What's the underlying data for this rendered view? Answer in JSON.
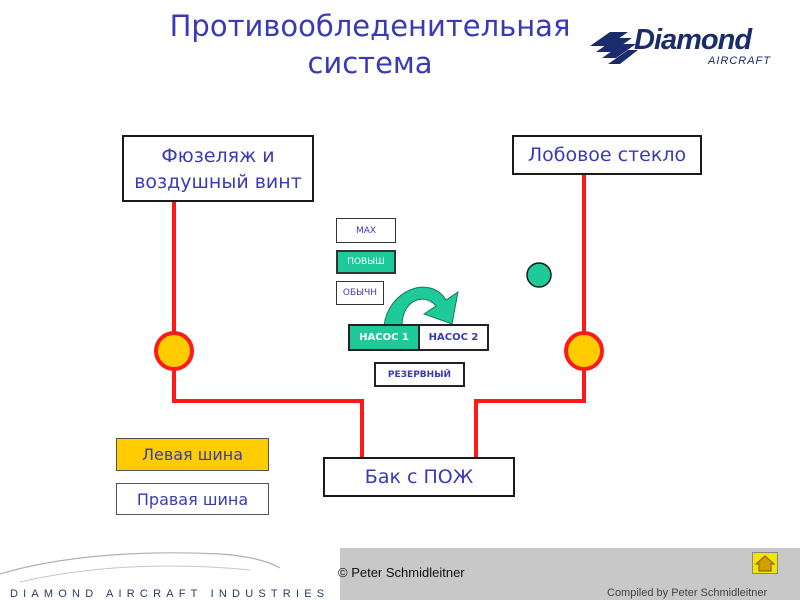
{
  "title": {
    "line1": "Противообледенительная",
    "line2": "система"
  },
  "logo": {
    "word": "Diamond",
    "sub": "AIRCRAFT"
  },
  "boxes": {
    "fuselage": {
      "line1": "Фюзеляж и",
      "line2": "воздушный винт"
    },
    "windshield": "Лобовое стекло",
    "tank": "Бак с ПОЖ",
    "left_bus": "Левая шина",
    "right_bus": "Правая шина"
  },
  "modes": {
    "max": "MAX",
    "high": "ПОВЫШ",
    "normal": "ОБЫЧН"
  },
  "pumps": {
    "pump1": "НАСОС 1",
    "pump2": "НАСОС 2",
    "backup": "РЕЗЕРВНЫЙ"
  },
  "footer": {
    "brand": "DIAMOND AIRCRAFT INDUSTRIES",
    "copyright": "© Peter Schmidleitner",
    "compiled": "Compiled by Peter Schmidleitner"
  },
  "colors": {
    "pipe": "#ff1a1a",
    "valve": "#ffcc00",
    "active_mode": "#1ec99a",
    "title": "#3a3ab8",
    "left_bus_active": "#ffcc00"
  }
}
